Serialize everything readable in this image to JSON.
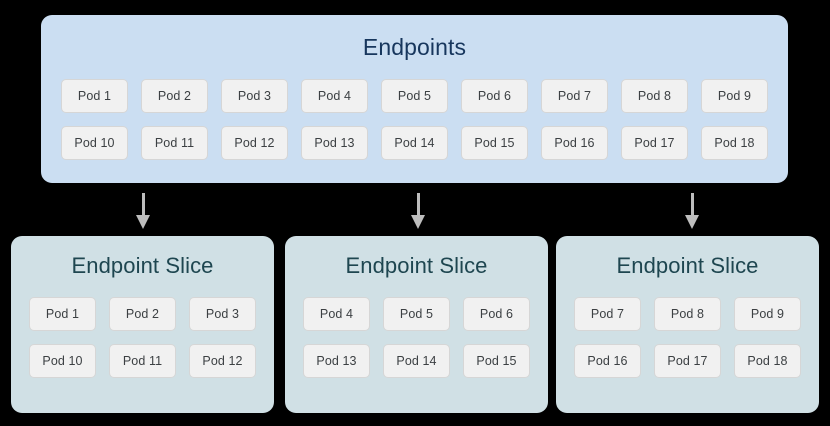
{
  "diagram": {
    "background_color": "#000000",
    "endpoints": {
      "title": "Endpoints",
      "background_color": "#cbdef2",
      "title_color": "#17365d",
      "rows": [
        [
          "Pod 1",
          "Pod 2",
          "Pod 3",
          "Pod 4",
          "Pod 5",
          "Pod 6",
          "Pod 7",
          "Pod 8",
          "Pod 9"
        ],
        [
          "Pod 10",
          "Pod 11",
          "Pod 12",
          "Pod 13",
          "Pod 14",
          "Pod 15",
          "Pod 16",
          "Pod 17",
          "Pod 18"
        ]
      ]
    },
    "arrows": {
      "color": "#bdbdbd",
      "count": 3,
      "direction": "down"
    },
    "slices": [
      {
        "title": "Endpoint Slice",
        "background_color": "#d0e0e5",
        "title_color": "#1e4650",
        "rows": [
          [
            "Pod 1",
            "Pod 2",
            "Pod 3"
          ],
          [
            "Pod 10",
            "Pod 11",
            "Pod 12"
          ]
        ]
      },
      {
        "title": "Endpoint Slice",
        "background_color": "#d0e0e5",
        "title_color": "#1e4650",
        "rows": [
          [
            "Pod 4",
            "Pod 5",
            "Pod 6"
          ],
          [
            "Pod 13",
            "Pod 14",
            "Pod 15"
          ]
        ]
      },
      {
        "title": "Endpoint Slice",
        "background_color": "#d0e0e5",
        "title_color": "#1e4650",
        "rows": [
          [
            "Pod 7",
            "Pod 8",
            "Pod 9"
          ],
          [
            "Pod 16",
            "Pod 17",
            "Pod 18"
          ]
        ]
      }
    ],
    "pod_chip": {
      "background_color": "#f1f1f1",
      "border_color": "#d6d6d6",
      "text_color": "#3c4043"
    }
  }
}
